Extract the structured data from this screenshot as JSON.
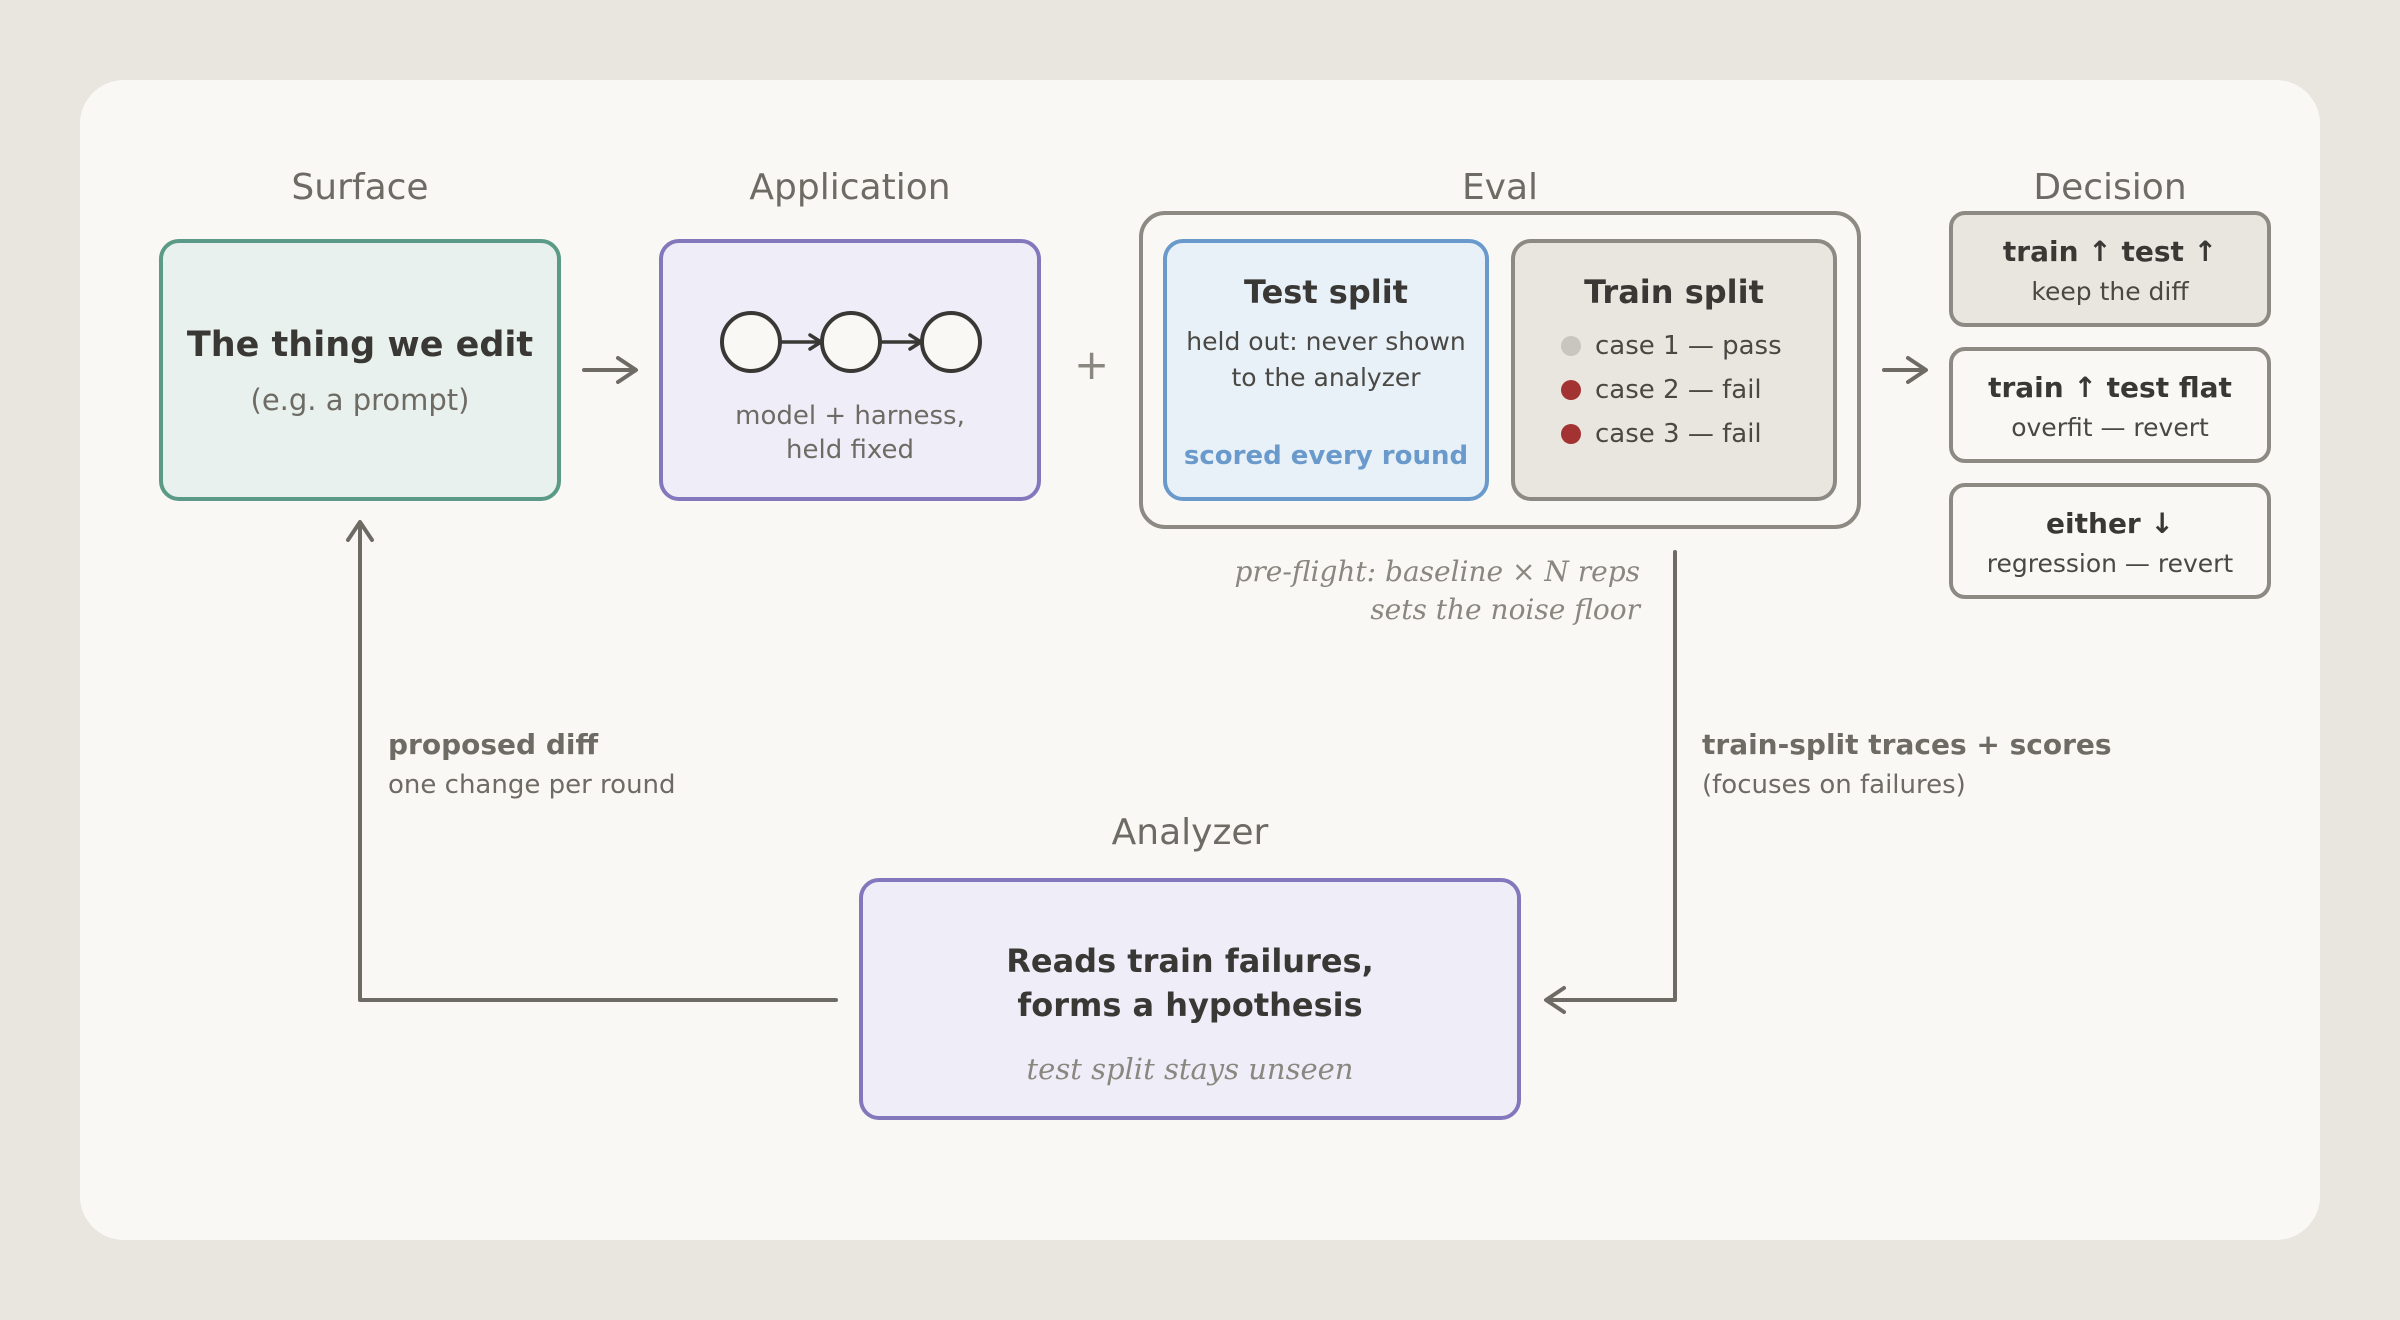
{
  "colors": {
    "background": "#e9e6df",
    "card": "#f9f8f4",
    "surface_border": "#5b9a86",
    "application_border": "#8478bc",
    "test_border": "#6a9acb",
    "test_accent": "#6a9acb",
    "pass_dot": "#c9c6c0",
    "fail_dot": "#a33232",
    "arrow": "#6e6b65"
  },
  "headings": {
    "surface": "Surface",
    "application": "Application",
    "eval": "Eval",
    "decision": "Decision",
    "analyzer": "Analyzer"
  },
  "surface": {
    "title": "The thing we edit",
    "subtitle": "(e.g. a prompt)"
  },
  "application": {
    "caption_line1": "model + harness,",
    "caption_line2": "held fixed"
  },
  "plus": "+",
  "test_split": {
    "title": "Test split",
    "line1": "held out: never shown",
    "line2": "to the analyzer",
    "footer": "scored every round"
  },
  "train_split": {
    "title": "Train split",
    "cases": [
      {
        "label": "case 1 — pass",
        "status": "pass"
      },
      {
        "label": "case 2 — fail",
        "status": "fail"
      },
      {
        "label": "case 3 — fail",
        "status": "fail"
      }
    ]
  },
  "preflight": {
    "line1": "pre-flight: baseline × N reps",
    "line2": "sets the noise floor"
  },
  "decisions": [
    {
      "title": "train ↑ test ↑",
      "action": "keep the diff"
    },
    {
      "title": "train ↑ test flat",
      "action": "overfit — revert"
    },
    {
      "title": "either ↓",
      "action": "regression — revert"
    }
  ],
  "proposed_diff": {
    "title": "proposed diff",
    "subtitle": "one change per round"
  },
  "traces": {
    "title": "train-split traces + scores",
    "subtitle": "(focuses on failures)"
  },
  "analyzer": {
    "line1": "Reads train failures,",
    "line2": "forms a hypothesis",
    "note": "test split stays unseen"
  }
}
